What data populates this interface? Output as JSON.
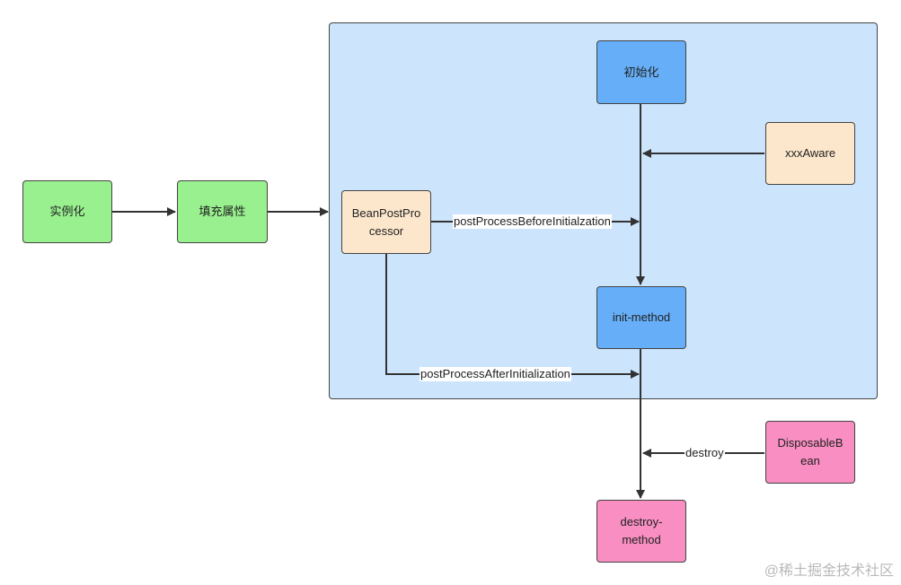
{
  "nodes": {
    "instantiate": "实例化",
    "populate": "填充属性",
    "initialize": "初始化",
    "xxx_aware": "xxxAware",
    "bean_post_processor": "BeanPostPro\ncessor",
    "init_method": "init-method",
    "disposable_bean": "DisposableB\nean",
    "destroy_method": "destroy-\nmethod"
  },
  "edge_labels": {
    "before_init": "postProcessBeforeInitialzation",
    "after_init": "postProcessAfterInitialization",
    "destroy": "destroy"
  },
  "watermark": "@稀土掘金技术社区",
  "colors": {
    "container": "#cce5fd",
    "green": "#99f08f",
    "blue": "#66aef7",
    "peach": "#fde7cc",
    "pink": "#f88ec1",
    "stroke": "#333333"
  }
}
